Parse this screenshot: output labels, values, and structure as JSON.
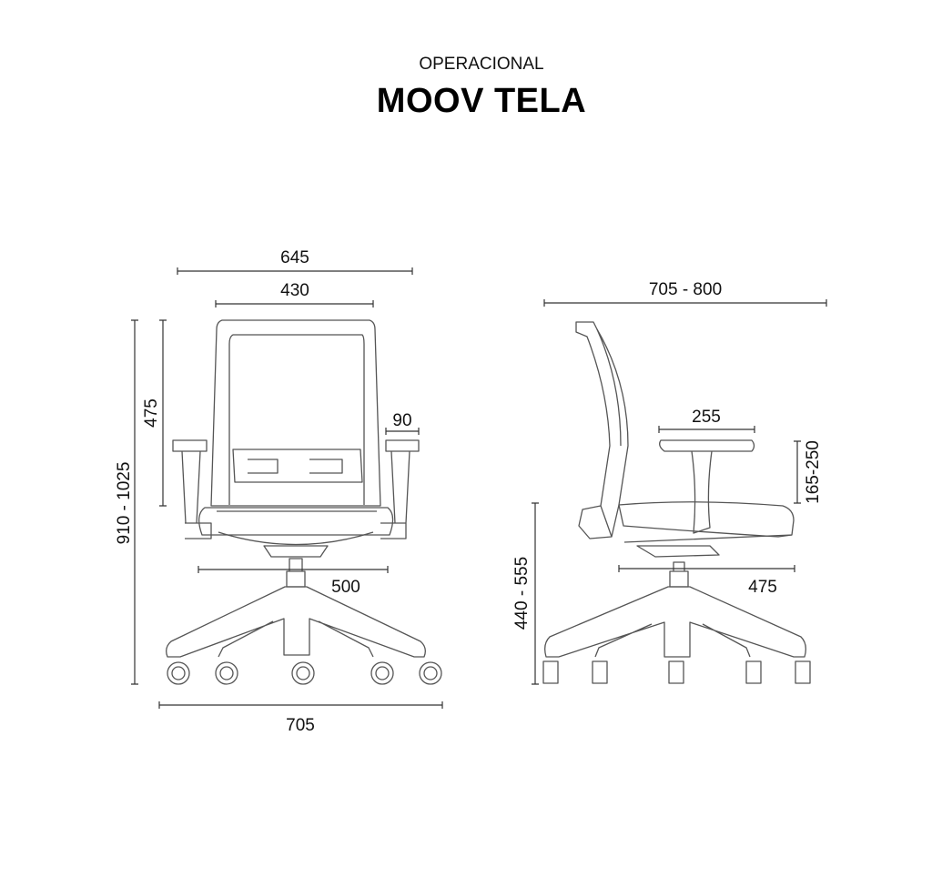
{
  "header": {
    "category": "OPERACIONAL",
    "title": "MOOV TELA"
  },
  "front_view": {
    "overall_width": "645",
    "backrest_width": "430",
    "overall_height": "910 - 1025",
    "backrest_height": "475",
    "armrest_width": "90",
    "seat_width": "500",
    "base_width": "705"
  },
  "side_view": {
    "overall_depth": "705 - 800",
    "armrest_length": "255",
    "armrest_height": "165-250",
    "seat_height": "440 - 555",
    "seat_depth": "475"
  }
}
